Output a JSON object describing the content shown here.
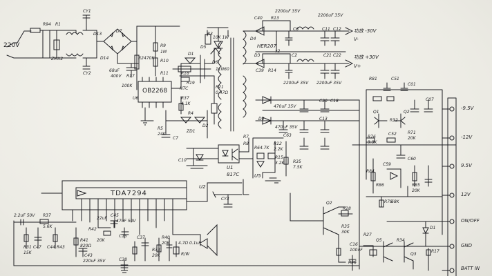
{
  "diagram": {
    "mains": {
      "input": "220V",
      "fuse": "R94",
      "r1": "R1",
      "cy1": "CY1",
      "cy2": "CY2",
      "d13": "D13",
      "d7": "D7",
      "d14": "D14",
      "zener": "ZMX2"
    },
    "primary": {
      "c_main": "68uF",
      "c_volt": "400V",
      "r2": "R2",
      "r2v": "470K",
      "r17": "R17",
      "r17v": "100K",
      "r9": "R9",
      "r10": "R10",
      "r11": "R11",
      "mval": "1M",
      "r3": "R3",
      "r3v": "10K 1W",
      "d5": "D5",
      "d6": "D6",
      "d6v": "11N60",
      "d1": "D1",
      "r18": "R18",
      "r19": "R19",
      "ntc": "NTC",
      "ic": "OB2268",
      "u6": "U6",
      "r21": "R21",
      "r21v": "0.47Ω",
      "r37": "R37",
      "r37v": "4.1K",
      "r4": "R4",
      "d2": "D2",
      "r5": "R5",
      "r5v": "24K",
      "c7": "C7",
      "zd1": "ZD1",
      "c10": "C10"
    },
    "secondary": {
      "c40": "C40",
      "r13": "R13",
      "d4": "D4",
      "d4v": "HER207",
      "d4x": "x2",
      "c6": "C6",
      "c11": "C11",
      "c12": "C12",
      "c_top": "2200uF 35V",
      "neg_out": "功放 -30V",
      "neg_rail": "V-",
      "c39": "C39",
      "r14": "R14",
      "d3": "D3",
      "c2": "C2",
      "c21": "C21",
      "c22": "C22",
      "pos_out": "功放 +30V",
      "pos_rail": "V+",
      "c20": "C20",
      "c18": "C18",
      "d9": "D9",
      "c63": "C63",
      "c13": "C13",
      "c_small": "470uF 35V"
    },
    "feedback": {
      "r7": "R7",
      "r8": "R8",
      "r6": "R6",
      "r6v": "4.7K",
      "r12": "R12",
      "r12v": "2.2K",
      "r15": "R15",
      "r15v": "3.2K",
      "r35": "R35",
      "r35v": "7.5K",
      "u1": "U1",
      "opto": "817C",
      "u5": "U5"
    },
    "regulators": {
      "r81": "R81",
      "c51": "C51",
      "c01": "C01",
      "c07": "C07",
      "q1": "Q1",
      "q2": "Q2",
      "r32": "R32",
      "c52": "C52",
      "c59": "C59",
      "c60": "C60",
      "r84": "R84",
      "r86": "R86",
      "r85": "R85",
      "r78": "R78",
      "r78v": "68K",
      "r76": "R76",
      "r76v": "3.3K",
      "r71": "R71",
      "val20k": "20K"
    },
    "connector": {
      "pins": [
        "-9.5V",
        "-12V",
        "9.5V",
        "12V",
        "ON/OFF",
        "GND",
        "BATT IN"
      ]
    },
    "control": {
      "q2": "Q2",
      "r28": "R28",
      "r35": "R35",
      "r35v": "30K",
      "d1": "D1",
      "r17": "R17",
      "q3": "Q3",
      "q5": "Q5",
      "r34": "R34",
      "r27": "R27",
      "c16": "C16",
      "c16v": "100uF",
      "r36": "R36"
    },
    "amp": {
      "chip": "TDA7294",
      "u2": "U2",
      "cy3": "CY3",
      "c_in": "2.2uF 50V",
      "r37": "R37",
      "r37v": "5.6K",
      "r31": "R31",
      "r31v": "15K",
      "c47": "C47",
      "r43": "R43",
      "c44": "C44",
      "c44v": "22uF",
      "c45": "C45",
      "c_mute": "47uF 50V",
      "r41": "R41",
      "r41v": "820Ω",
      "c43": "C43",
      "c43v": "220uF 35V",
      "r42": "R42",
      "r42v": "20K",
      "c15": "C15",
      "c37": "C37",
      "r33": "R33",
      "r33v": "20K",
      "c38": "C38",
      "r40": "R40",
      "r40v": "20K",
      "c_out": "4.7Ω 0.1uF",
      "speaker": "R/W"
    }
  }
}
